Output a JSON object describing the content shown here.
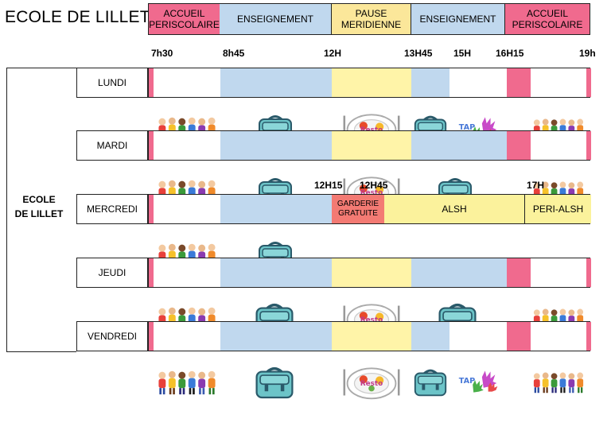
{
  "title": "ECOLE DE LILLET",
  "header": [
    {
      "label": "ACCUEIL\nPERISCOLAIRE",
      "color": "#f06a8e"
    },
    {
      "label": "ENSEIGNEMENT",
      "color": "#c0d8ee"
    },
    {
      "label": "PAUSE\nMERIDIENNE",
      "color": "#fbe79a"
    },
    {
      "label": "ENSEIGNEMENT",
      "color": "#c0d8ee"
    },
    {
      "label": "ACCUEIL\nPERISCOLAIRE",
      "color": "#f06a8e"
    }
  ],
  "times_top": [
    "7h30",
    "8h45",
    "12H",
    "13H45",
    "15H",
    "16H15",
    "19h"
  ],
  "times_wed": [
    "12H15",
    "12H45",
    "17H"
  ],
  "side_label": "ECOLE\nDE LILLET",
  "days": [
    "LUNDI",
    "MARDI",
    "MERCREDI",
    "JEUDI",
    "VENDREDI"
  ],
  "wednesday": {
    "garderie": "GARDERIE\nGRATUITE",
    "alsh": "ALSH",
    "peri_alsh": "PERI-ALSH"
  },
  "icons": {
    "children": "children-group-icon",
    "schoolbag": "schoolbag-icon",
    "meal": "meal-plate-icon",
    "tap": "tap-handprint-icon"
  },
  "tap_text": "TAP"
}
